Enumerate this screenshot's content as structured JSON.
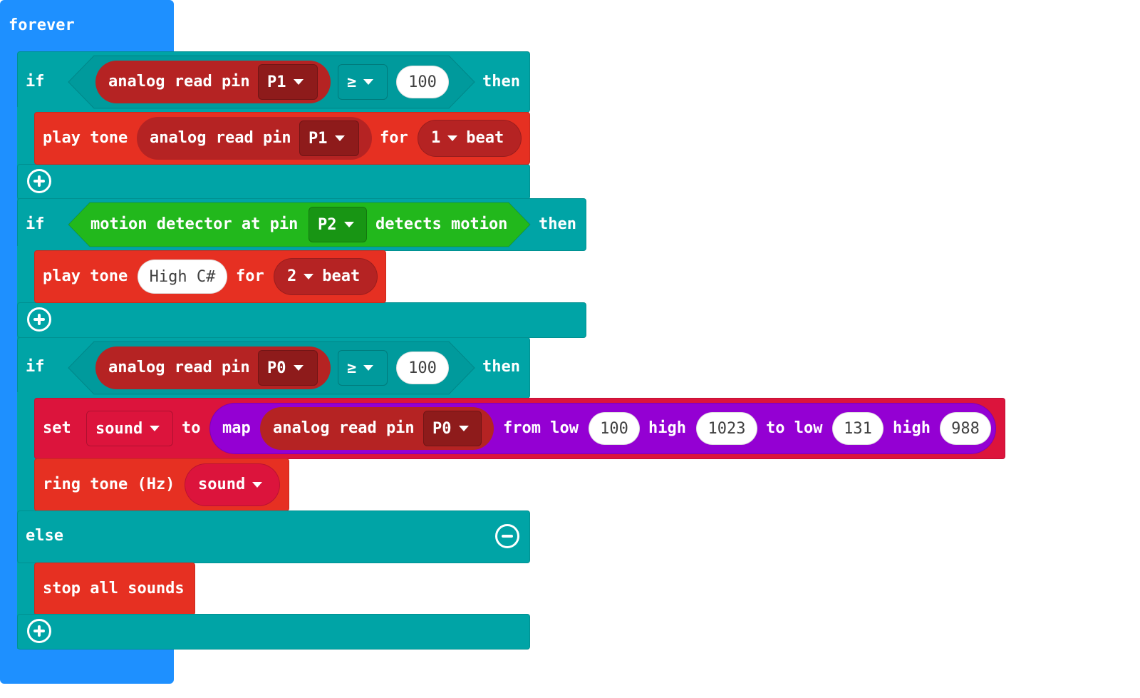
{
  "colors": {
    "loops": "#1E90FF",
    "logic": "#00A4A6",
    "music": "#E63022",
    "pins": "#B52323",
    "pins_dark": "#8E1B1B",
    "motion": "#22B81C",
    "motion_dark": "#189514",
    "variables": "#DC143C",
    "math": "#9400D3",
    "field_white": "#FFFFFF"
  },
  "forever": {
    "label": "forever"
  },
  "if1": {
    "if_label": "if",
    "analog_read_label": "analog read pin",
    "pin": "P1",
    "operator": "≥",
    "threshold": "100",
    "then_label": "then",
    "play_tone": {
      "label": "play tone",
      "analog_read_label": "analog read pin",
      "pin": "P1",
      "for_label": "for",
      "beat_value": "1",
      "beat_label": "beat"
    },
    "add_icon": "plus-circle-icon"
  },
  "if2": {
    "if_label": "if",
    "motion_label": "motion detector at pin",
    "pin": "P2",
    "detects_label": "detects motion",
    "then_label": "then",
    "play_tone": {
      "label": "play tone",
      "note": "High C#",
      "for_label": "for",
      "beat_value": "2",
      "beat_label": "beat"
    },
    "add_icon": "plus-circle-icon"
  },
  "if3": {
    "if_label": "if",
    "analog_read_label": "analog read pin",
    "pin": "P0",
    "operator": "≥",
    "threshold": "100",
    "then_label": "then",
    "set_block": {
      "set_label": "set",
      "variable": "sound",
      "to_label": "to",
      "map_label": "map",
      "analog_read_label": "analog read pin",
      "pin": "P0",
      "from_low_label": "from low",
      "from_low": "100",
      "high_label_1": "high",
      "from_high": "1023",
      "to_low_label": "to low",
      "to_low": "131",
      "high_label_2": "high",
      "to_high": "988"
    },
    "ring_tone": {
      "label": "ring tone (Hz)",
      "variable": "sound"
    },
    "else_label": "else",
    "remove_icon": "minus-circle-icon",
    "stop_sounds_label": "stop all sounds",
    "add_icon": "plus-circle-icon"
  }
}
